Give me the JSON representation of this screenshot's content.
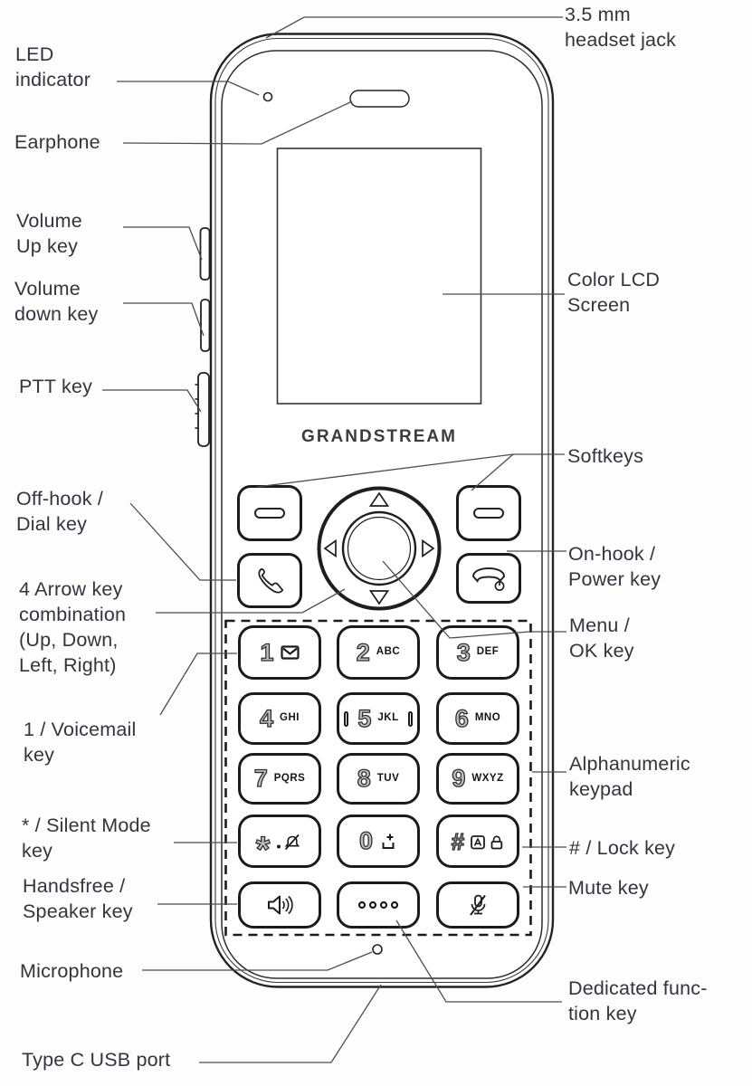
{
  "brand": "GRANDSTREAM",
  "callouts": {
    "headset": "3.5 mm\nheadset jack",
    "led": "LED\nindicator",
    "earphone": "Earphone",
    "volume_up": "Volume\nUp key",
    "volume_down": "Volume\ndown key",
    "ptt": "PTT key",
    "lcd": "Color LCD\nScreen",
    "softkeys": "Softkeys",
    "offhook": "Off-hook /\nDial key",
    "onhook": "On-hook /\nPower key",
    "arrows": "4 Arrow key\ncombination\n(Up, Down,\nLeft, Right)",
    "menu": "Menu /\nOK key",
    "voicemail": "1 / Voicemail\nkey",
    "keypad": "Alphanumeric\nkeypad",
    "silent": "* / Silent Mode\nkey",
    "lock": "# / Lock key",
    "handsfree": "Handsfree /\nSpeaker key",
    "mute": "Mute key",
    "microphone": "Microphone",
    "dedicated": "Dedicated func-\ntion key",
    "usb": "Type C USB port"
  },
  "keys": [
    {
      "digit": "1",
      "letters": ""
    },
    {
      "digit": "2",
      "letters": "ABC"
    },
    {
      "digit": "3",
      "letters": "DEF"
    },
    {
      "digit": "4",
      "letters": "GHI"
    },
    {
      "digit": "5",
      "letters": "JKL"
    },
    {
      "digit": "6",
      "letters": "MNO"
    },
    {
      "digit": "7",
      "letters": "PQRS"
    },
    {
      "digit": "8",
      "letters": "TUV"
    },
    {
      "digit": "9",
      "letters": "WXYZ"
    },
    {
      "digit": "*",
      "letters": ""
    },
    {
      "digit": "0",
      "letters": ""
    },
    {
      "digit": "#",
      "letters": ""
    }
  ],
  "icons": {
    "key_1": "envelope-icon",
    "key_5": "tactile-bar-markers",
    "key_star": "dot-and-bell-slash-icon",
    "key_0": "plus-input-tray-icon",
    "key_hash": "letter-a-box-icon + padlock-icon",
    "softkeys": "dash-pill-icon",
    "offhook_key": "handset-icon",
    "onhook_key": "handset-down-power-icon",
    "speaker_key": "loudspeaker-waves-icon",
    "function_key": "four-dots-icon",
    "mute_key": "mic-slash-icon",
    "nav": "up-down-left-right-triangle-icons"
  },
  "colors": {
    "ink": "#1b1b1b",
    "label_text": "#34343f",
    "line": "#4d4d4d",
    "background": "#fdfdfd"
  }
}
